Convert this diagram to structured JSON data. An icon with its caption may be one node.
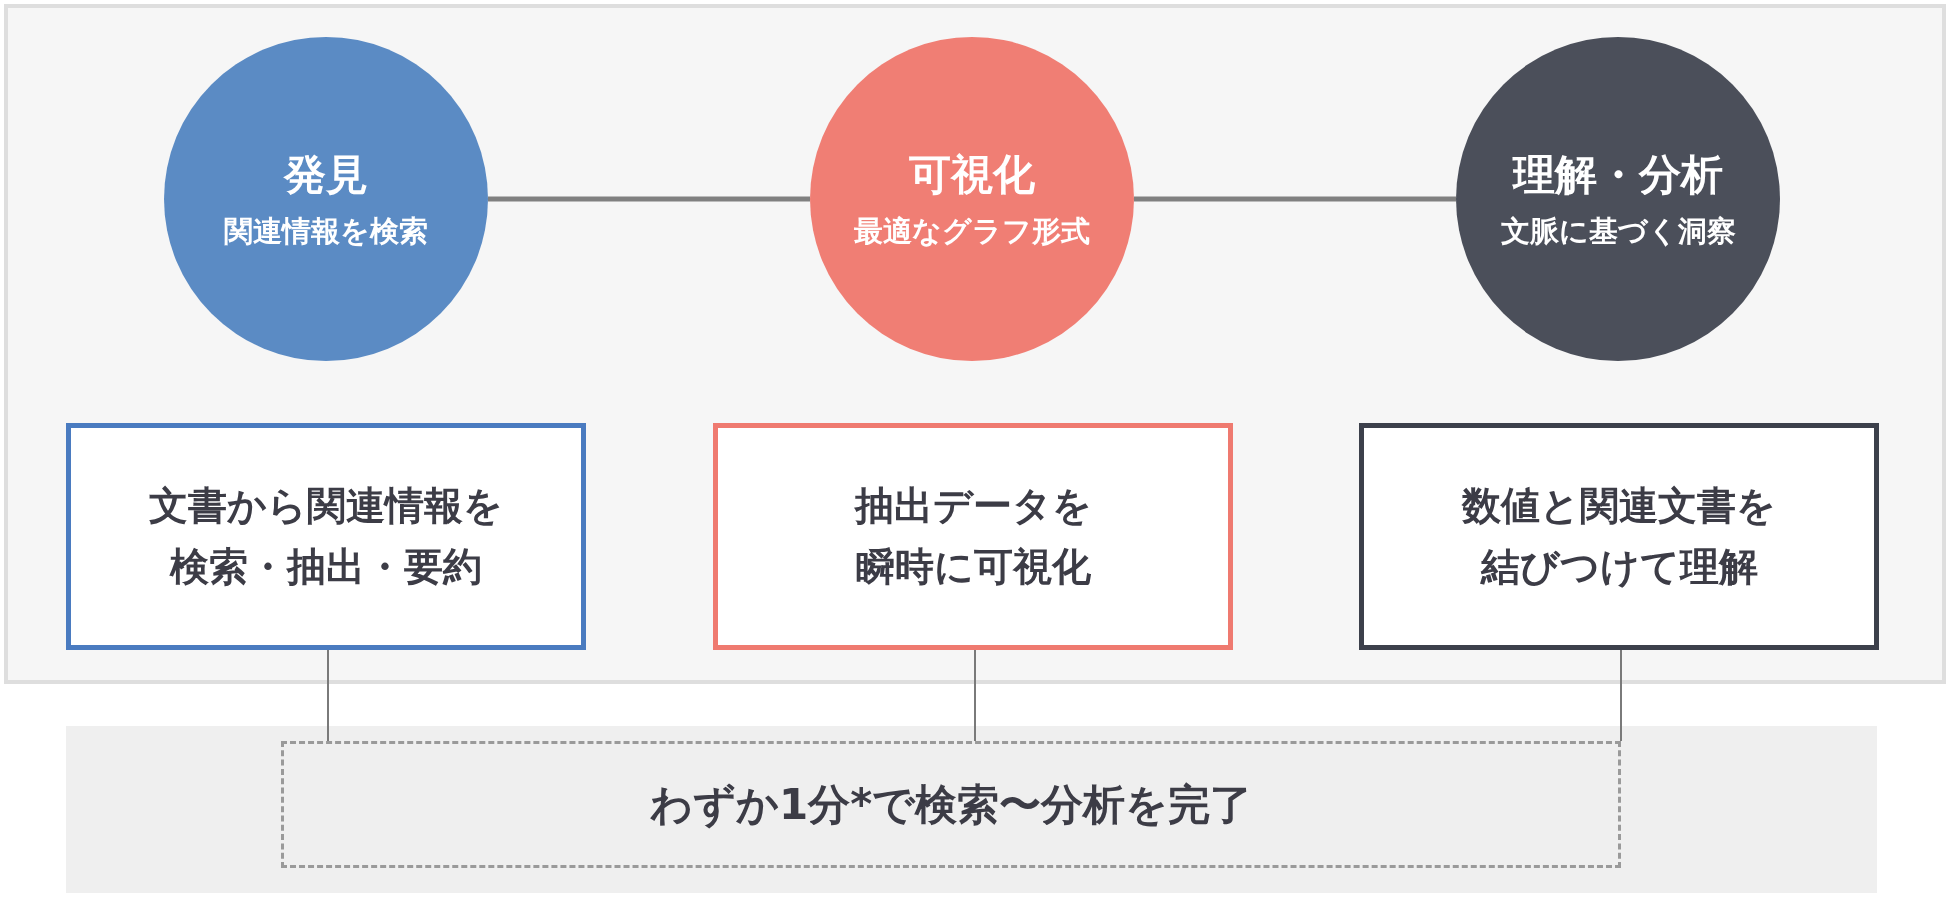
{
  "diagram": {
    "nodes": [
      {
        "text": [
          "発見",
          "関連情報を検索"
        ]
      },
      {
        "text": [
          "可視化",
          "最適なグラフ形式"
        ]
      },
      {
        "text": [
          "理解・分析",
          "文脈に基づく洞察"
        ]
      },
      {
        "text": [
          "文書から関連情報を検索・抽出・要約"
        ]
      },
      {
        "text": [
          "抽出データを瞬時に可視化"
        ]
      },
      {
        "text": [
          "数値と関連文書を結びつけて理解"
        ]
      },
      {
        "text": [
          "わずか1分*で検索〜分析を完了"
        ]
      }
    ],
    "edges": [
      {
        "from": 0,
        "to": 1,
        "arrow": "none",
        "style": "thick"
      },
      {
        "from": 1,
        "to": 2,
        "arrow": "none",
        "style": "thick"
      },
      {
        "from": 3,
        "to": 6,
        "arrow": "none"
      },
      {
        "from": 4,
        "to": 6,
        "arrow": "none"
      },
      {
        "from": 5,
        "to": 6,
        "arrow": "none"
      }
    ]
  }
}
